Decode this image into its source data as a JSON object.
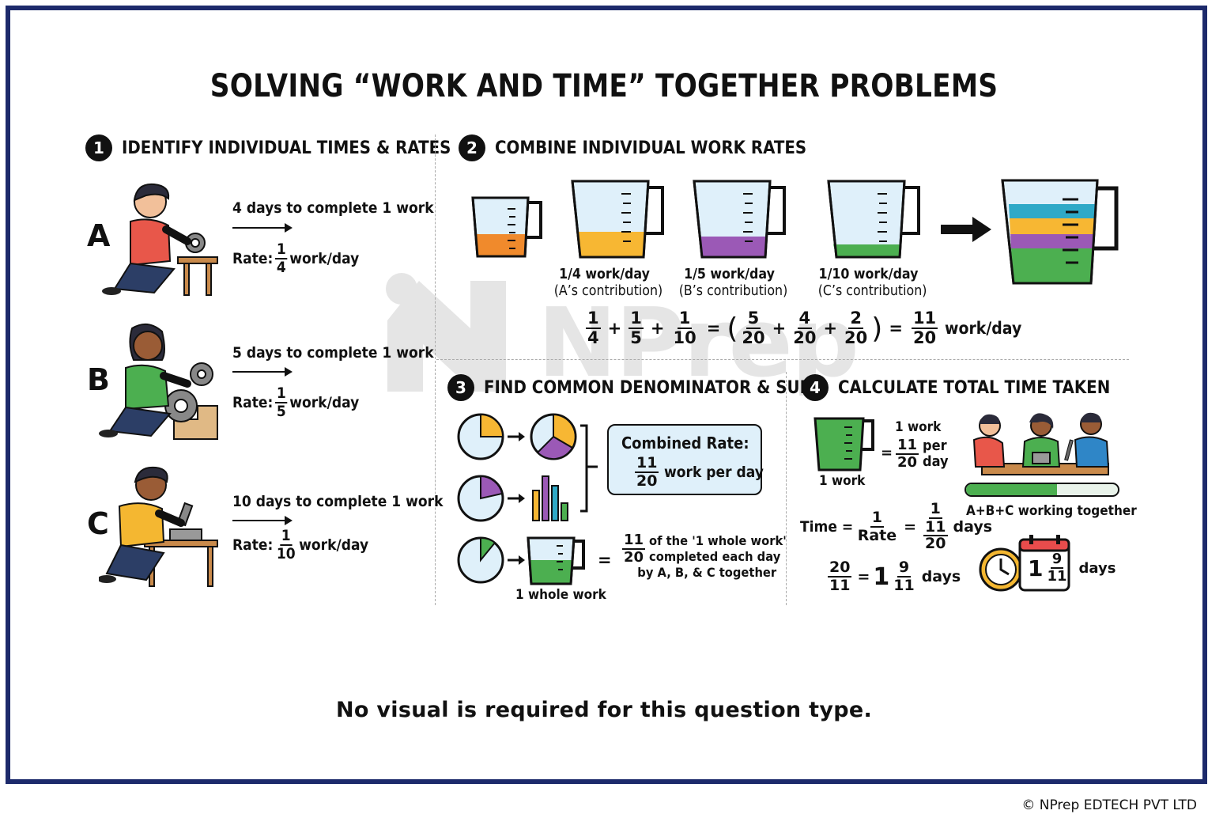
{
  "title": "SOLVING “WORK AND TIME” TOGETHER PROBLEMS",
  "sections": {
    "s1": {
      "num": "1",
      "title": "IDENTIFY INDIVIDUAL TIMES & RATES"
    },
    "s2": {
      "num": "2",
      "title": "COMBINE INDIVIDUAL WORK RATES"
    },
    "s3": {
      "num": "3",
      "title": "FIND COMMON DENOMINATOR & SUM"
    },
    "s4": {
      "num": "4",
      "title": "CALCULATE TOTAL TIME TAKEN"
    }
  },
  "workers": [
    {
      "letter": "A",
      "days_text": "4 days to complete 1 work",
      "rate_label": "Rate:",
      "rate_num": "1",
      "rate_den": "4",
      "unit": "work/day",
      "shirt": "#e8574a"
    },
    {
      "letter": "B",
      "days_text": "5 days to complete 1 work",
      "rate_label": "Rate:",
      "rate_num": "1",
      "rate_den": "5",
      "unit": "work/day",
      "shirt": "#4caf50"
    },
    {
      "letter": "C",
      "days_text": "10 days to complete 1 work",
      "rate_label": "Rate:",
      "rate_num": "1",
      "rate_den": "10",
      "unit": "work/day",
      "shirt": "#f4b731"
    }
  ],
  "jugs": [
    {
      "rate": "1/4 work/day",
      "who": "(A’s contribution)",
      "color": "#f7b733"
    },
    {
      "rate": "1/5 work/day",
      "who": "(B’s contribution)",
      "color": "#9b59b6"
    },
    {
      "rate": "1/10 work/day",
      "who": "(C’s contribution)",
      "color": "#4caf50"
    }
  ],
  "colors": {
    "orange": "#f08a2c",
    "blue": "#2fa9c7",
    "yellow": "#f7b733",
    "purple": "#9b59b6",
    "green": "#4caf50",
    "frame": "#1d2a6b"
  },
  "sum_eq": {
    "f1": [
      "1",
      "4"
    ],
    "f2": [
      "1",
      "5"
    ],
    "f3": [
      "1",
      "10"
    ],
    "g1": [
      "5",
      "20"
    ],
    "g2": [
      "4",
      "20"
    ],
    "g3": [
      "2",
      "20"
    ],
    "res": [
      "11",
      "20"
    ],
    "unit": "work/day",
    "plus": "+",
    "eq": "=",
    "lp": "(",
    "rp": ")"
  },
  "combined": {
    "title": "Combined Rate:",
    "num": "11",
    "den": "20",
    "text": "work per day"
  },
  "step3": {
    "whole_label": "1 whole work",
    "eq": "=",
    "num": "11",
    "den": "20",
    "line1": "of the '1 whole work'",
    "line2": "completed each day",
    "line3": "by A, B, & C together"
  },
  "step4": {
    "jug_label": "1 work",
    "top_work": "1 work",
    "eq": "=",
    "num": "11",
    "den": "20",
    "per": "per",
    "day": "day",
    "time_label": "Time =",
    "t_num": "1",
    "t_den": "Rate",
    "t2_num": "1",
    "t2_den_num": "11",
    "t2_den_den": "20",
    "days": "days",
    "r_num": "20",
    "r_den": "11",
    "whole": "1",
    "m_num": "9",
    "m_den": "11",
    "together": "A+B+C working together",
    "progress": 0.6,
    "cal_whole": "1",
    "cal_num": "9",
    "cal_den": "11"
  },
  "note": "No visual is required for this question type.",
  "watermark": "NPrep",
  "copyright": "© NPrep EDTECH PVT LTD"
}
